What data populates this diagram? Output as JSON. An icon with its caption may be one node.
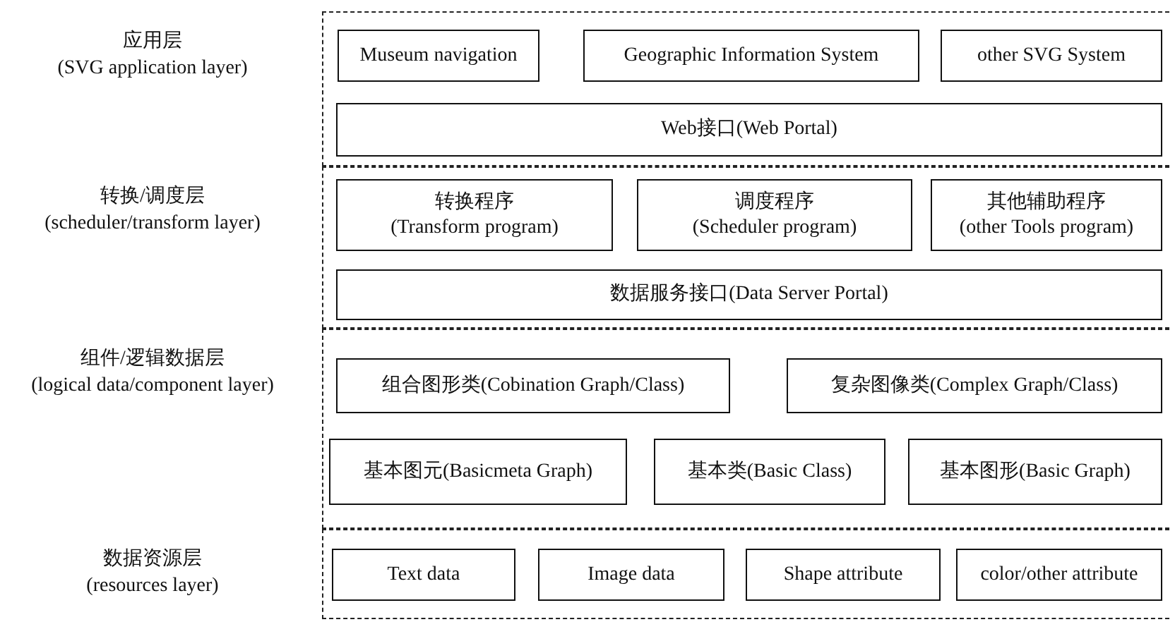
{
  "diagram": {
    "nodes": [
      {
        "text": [
          "应用层",
          "(SVG application layer)"
        ]
      },
      {
        "text": [
          "Museum navigation"
        ],
        "in": 0
      },
      {
        "text": [
          "Geographic Information System"
        ],
        "in": 0
      },
      {
        "text": [
          "other SVG System"
        ],
        "in": 0
      },
      {
        "text": [
          "Web接口(Web Portal)"
        ],
        "in": 0
      },
      {
        "text": [
          "转换/调度层",
          "(scheduler/transform layer)"
        ]
      },
      {
        "text": [
          "转换程序",
          "(Transform program)"
        ],
        "in": 5
      },
      {
        "text": [
          "调度程序",
          "(Scheduler program)"
        ],
        "in": 5
      },
      {
        "text": [
          "其他辅助程序",
          "(other Tools program)"
        ],
        "in": 5
      },
      {
        "text": [
          "数据服务接口(Data Server Portal)"
        ],
        "in": 5
      },
      {
        "text": [
          "组件/逻辑数据层",
          "(logical data/component layer)"
        ]
      },
      {
        "text": [
          "组合图形类(Cobination Graph/Class)"
        ],
        "in": 10
      },
      {
        "text": [
          "复杂图像类(Complex Graph/Class)"
        ],
        "in": 10
      },
      {
        "text": [
          "基本图元(Basicmeta Graph)"
        ],
        "in": 10
      },
      {
        "text": [
          "基本类(Basic Class)"
        ],
        "in": 10
      },
      {
        "text": [
          "基本图形(Basic Graph)"
        ],
        "in": 10
      },
      {
        "text": [
          "数据资源层",
          "(resources layer)"
        ]
      },
      {
        "text": [
          "Text data"
        ],
        "in": 16
      },
      {
        "text": [
          "Image data"
        ],
        "in": 16
      },
      {
        "text": [
          "Shape attribute"
        ],
        "in": 16
      },
      {
        "text": [
          "color/other attribute"
        ],
        "in": 16
      }
    ]
  }
}
